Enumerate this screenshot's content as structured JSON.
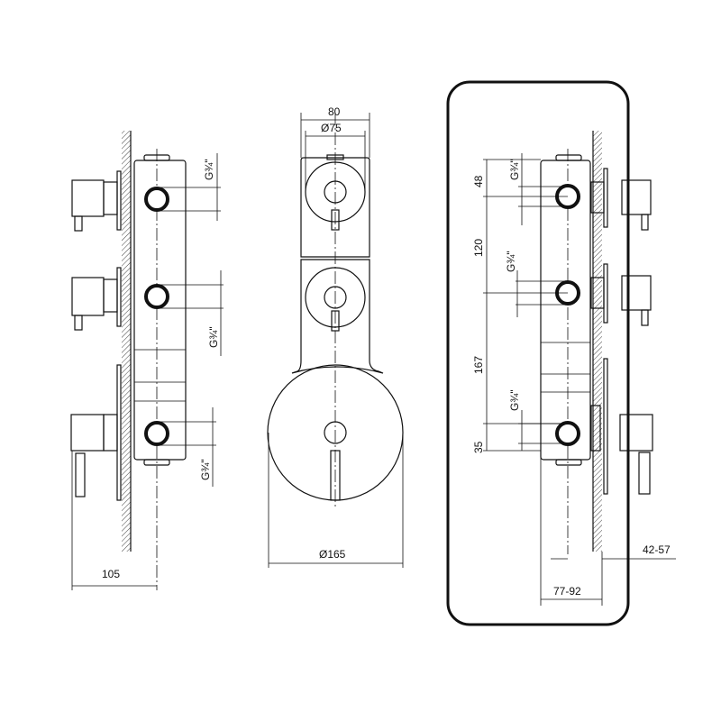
{
  "left_view": {
    "thread_labels": [
      "G¾\"",
      "G¾\"",
      "G¾\""
    ],
    "depth_dim": "105"
  },
  "front_view": {
    "width_dim": "80",
    "plate_diameter_dim": "Ø75",
    "round_plate_diameter_dim": "Ø165"
  },
  "right_view": {
    "thread_labels": [
      "G¾\"",
      "G¾\"",
      "G¾\""
    ],
    "spacing_dims": [
      "48",
      "120",
      "167",
      "35"
    ],
    "wall_range_dim": "42-57",
    "depth_range_dim": "77-92"
  },
  "colors": {
    "line": "#111111",
    "background": "#ffffff"
  }
}
